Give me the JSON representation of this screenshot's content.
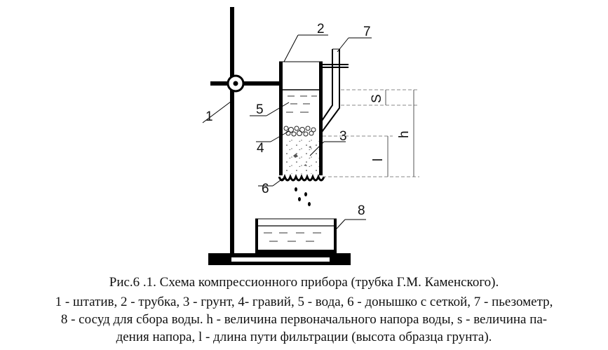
{
  "labels": {
    "stand": "1",
    "tube": "2",
    "soil": "3",
    "gravel": "4",
    "water": "5",
    "bottom": "6",
    "piezometer": "7",
    "vessel": "8",
    "s": "S",
    "h": "h",
    "l": "l"
  },
  "caption": {
    "line1": "Рис.6 .1.  Схема компрессионного прибора (трубка Г.М. Каменского).",
    "line2": "1 - штатив, 2 - трубка, 3 - грунт, 4- гравий, 5 - вода, 6 - донышко с сеткой, 7 - пьезометр,",
    "line3": "8 - сосуд для сбора воды. h - величина первоначального напора воды, s - величина па-",
    "line4": "дения напора, l - длина пути фильтрации (высота образца грунта)."
  }
}
